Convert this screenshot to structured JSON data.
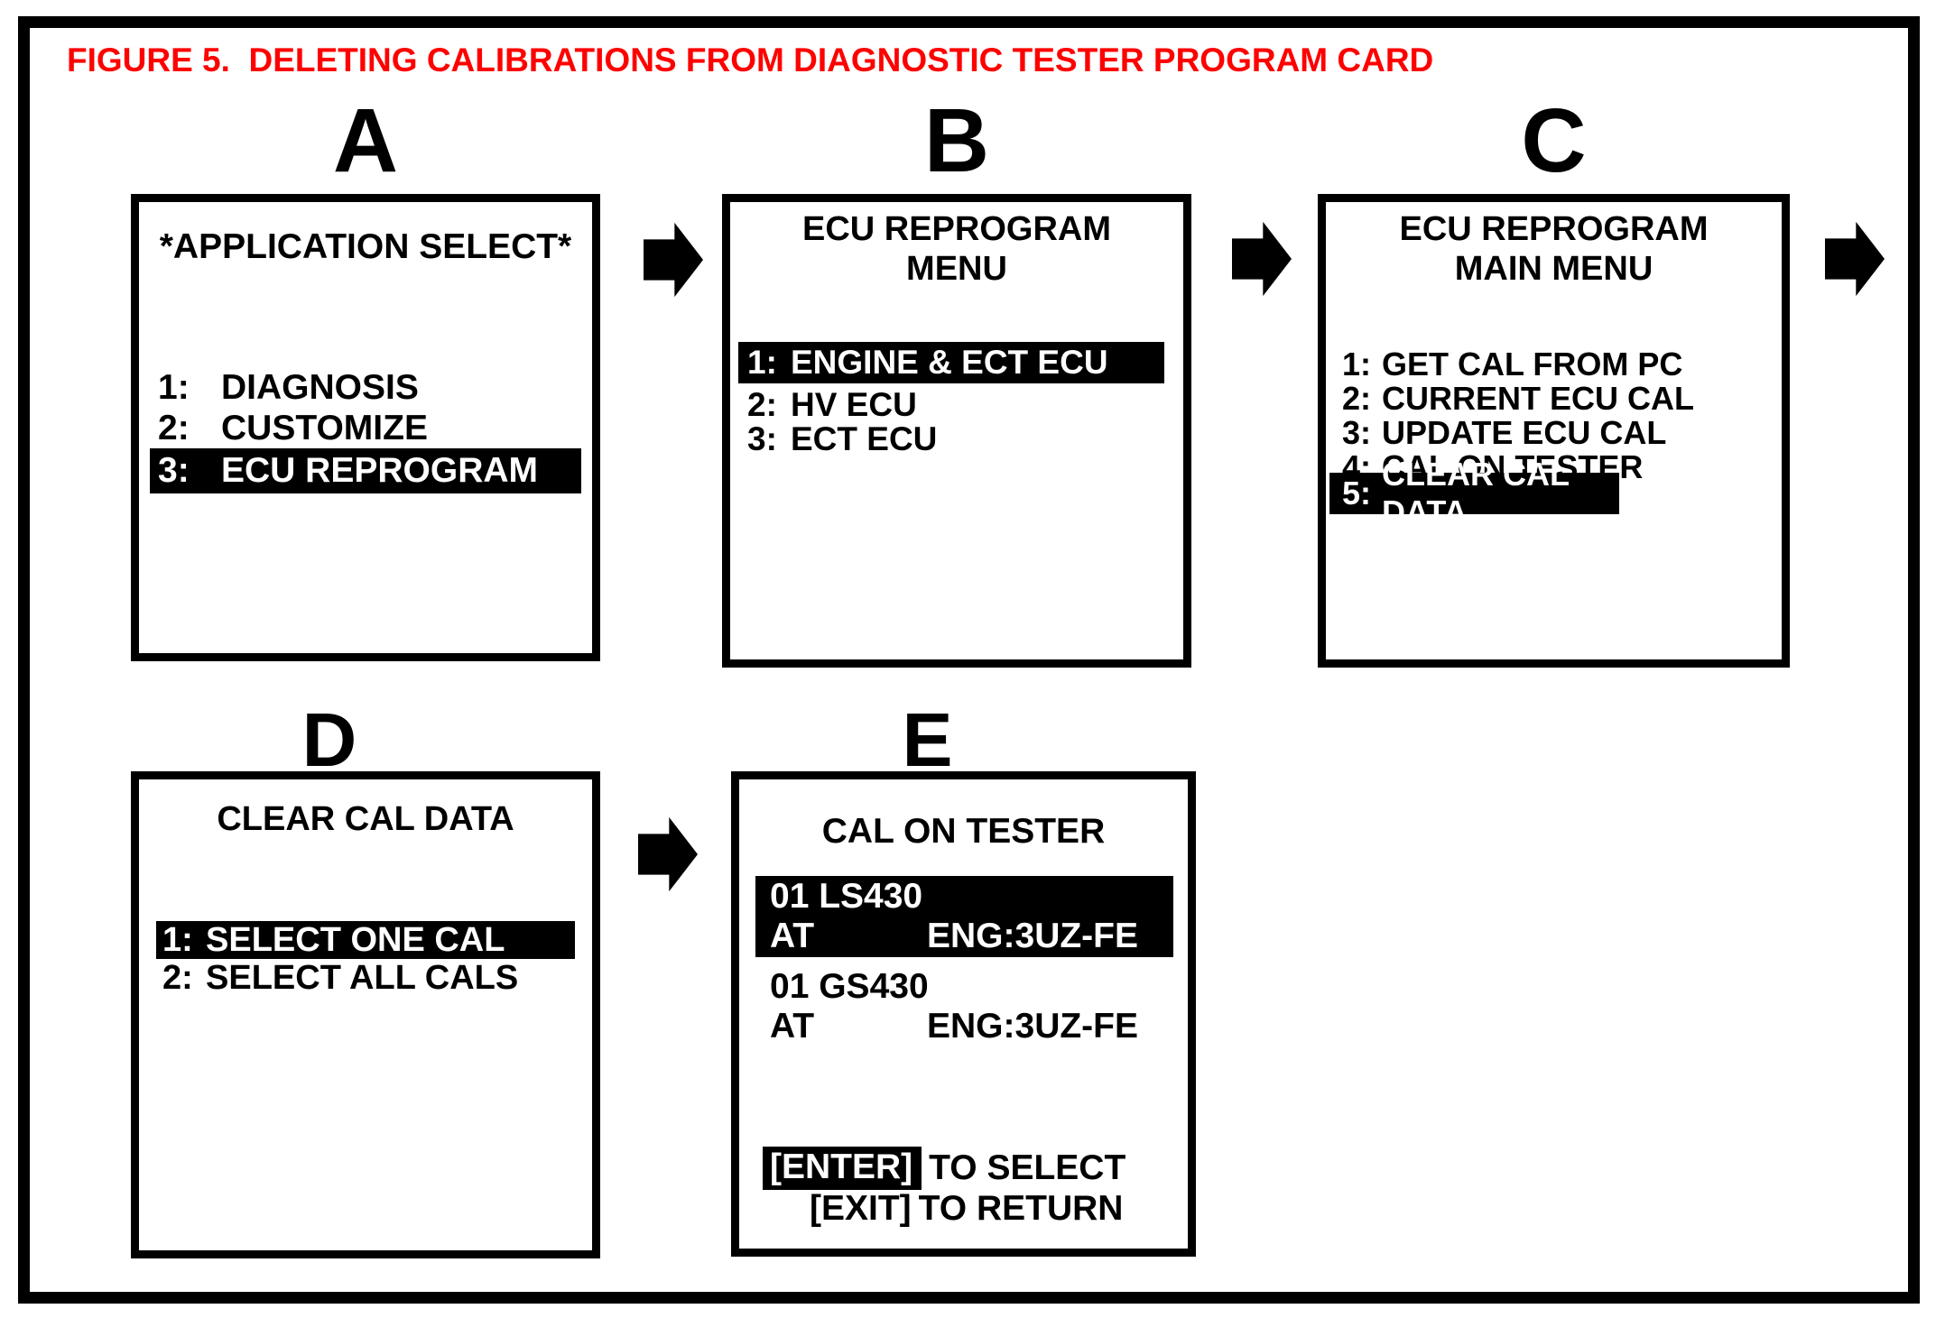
{
  "figure_title": "FIGURE 5.  DELETING CALIBRATIONS FROM DIAGNOSTIC TESTER PROGRAM CARD",
  "colors": {
    "title": "#ff0000",
    "ink": "#000000",
    "screen_bg": "#ffffff",
    "highlight_bg": "#000000",
    "highlight_text": "#ffffff"
  },
  "icons": {
    "flow_arrow": "right-block-arrow"
  },
  "panels": [
    {
      "id": "A",
      "label": "A",
      "title_lines": [
        "*APPLICATION SELECT*"
      ],
      "menu": [
        {
          "num": "1:",
          "text": "DIAGNOSIS",
          "highlighted": false
        },
        {
          "num": "2:",
          "text": "CUSTOMIZE",
          "highlighted": false
        },
        {
          "num": "3:",
          "text": "ECU REPROGRAM",
          "highlighted": true
        }
      ]
    },
    {
      "id": "B",
      "label": "B",
      "title_lines": [
        "ECU REPROGRAM",
        "MENU"
      ],
      "menu": [
        {
          "num": "1:",
          "text": "ENGINE & ECT ECU",
          "highlighted": true
        },
        {
          "num": "2:",
          "text": "HV ECU",
          "highlighted": false
        },
        {
          "num": "3:",
          "text": "ECT ECU",
          "highlighted": false
        }
      ]
    },
    {
      "id": "C",
      "label": "C",
      "title_lines": [
        "ECU REPROGRAM",
        "MAIN MENU"
      ],
      "menu": [
        {
          "num": "1:",
          "text": "GET CAL FROM PC",
          "highlighted": false
        },
        {
          "num": "2:",
          "text": "CURRENT ECU CAL",
          "highlighted": false
        },
        {
          "num": "3:",
          "text": "UPDATE ECU CAL",
          "highlighted": false
        },
        {
          "num": "4:",
          "text": "CAL ON TESTER",
          "highlighted": false
        },
        {
          "num": "5:",
          "text": "CLEAR CAL DATA",
          "highlighted": true
        }
      ]
    },
    {
      "id": "D",
      "label": "D",
      "title_lines": [
        "CLEAR CAL DATA"
      ],
      "menu": [
        {
          "num": "1:",
          "text": "SELECT ONE CAL",
          "highlighted": true
        },
        {
          "num": "2:",
          "text": "SELECT ALL CALS",
          "highlighted": false
        }
      ]
    },
    {
      "id": "E",
      "label": "E",
      "title_lines": [
        "CAL ON TESTER"
      ],
      "cal_entries": [
        {
          "line1": "01 LS430",
          "col1": "AT",
          "col2": "ENG:3UZ-FE",
          "highlighted": true
        },
        {
          "line1": "01 GS430",
          "col1": "AT",
          "col2": "ENG:3UZ-FE",
          "highlighted": false
        }
      ],
      "footer": [
        {
          "key": "[ENTER]",
          "key_highlighted": true,
          "text": "TO SELECT"
        },
        {
          "key": "[EXIT]",
          "key_highlighted": false,
          "text": "TO RETURN"
        }
      ]
    }
  ]
}
